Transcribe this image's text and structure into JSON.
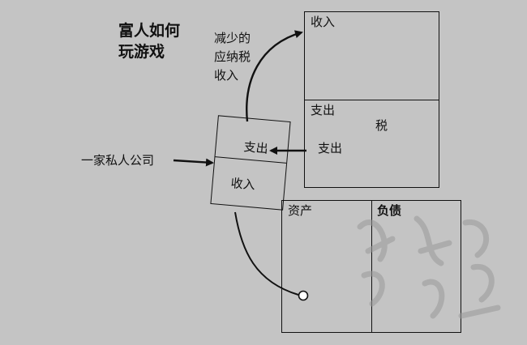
{
  "title": [
    "富人如何",
    "玩游戏"
  ],
  "arrow_label": [
    "减少的",
    "应纳税",
    "收入"
  ],
  "company_label": "一家私人公司",
  "personal_statement": {
    "income": "收入",
    "expense": "支出",
    "tax": "税",
    "expense_arrow_label": "支出"
  },
  "company_statement": {
    "expense": "支出",
    "income": "收入"
  },
  "balance_sheet": {
    "assets": "资产",
    "liabilities": "负债"
  },
  "colors": {
    "background": "#c4c4c4",
    "ink": "#111111",
    "watermark": "#9a9a9a"
  },
  "watermark_icon": "seal-watermark-icon"
}
